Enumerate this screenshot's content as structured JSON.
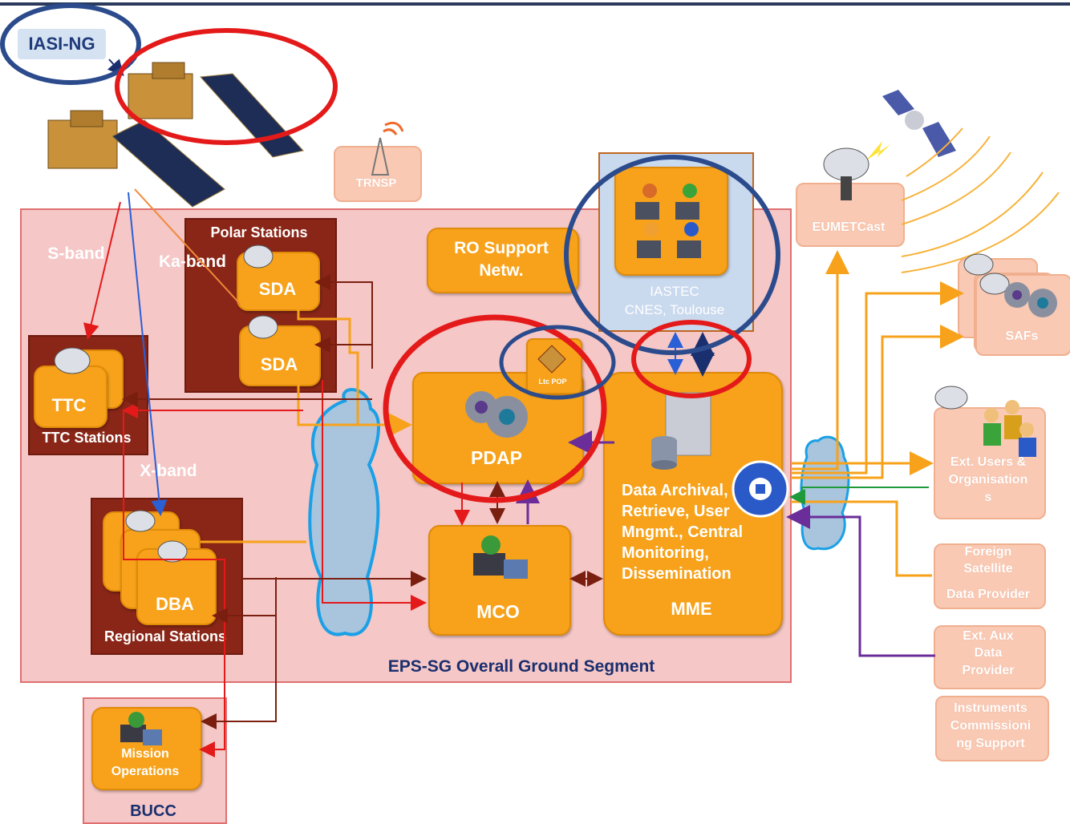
{
  "satellite": {
    "name": "IASI-NG"
  },
  "segment": {
    "title": "EPS-SG Overall Ground Segment"
  },
  "bands": {
    "s_band": "S-band",
    "ka_band": "Ka-band",
    "x_band": "X-band"
  },
  "polar": {
    "title": "Polar Stations",
    "sda1": "SDA",
    "sda2": "SDA"
  },
  "ttc": {
    "box": "TTC",
    "title": "TTC Stations"
  },
  "regional": {
    "box": "DBA",
    "title": "Regional Stations"
  },
  "trnsp": {
    "label": "TRNSP"
  },
  "ro_support": {
    "line1": "RO Support",
    "line2": "Netw."
  },
  "iastec": {
    "line1": "IASTEC",
    "line2": "CNES, Toulouse"
  },
  "ltcpop": {
    "label": "Ltc POP"
  },
  "pdap": {
    "label": "PDAP"
  },
  "mco": {
    "label": "MCO"
  },
  "mme": {
    "desc1": "Data Archival,",
    "desc2": "Retrieve, User",
    "desc3": "Mngmt., Central",
    "desc4": "Monitoring,",
    "desc5": "Dissemination",
    "label": "MME"
  },
  "bucc": {
    "line1": "Mission",
    "line2": "Operations",
    "title": "BUCC"
  },
  "external": {
    "eumetcast": "EUMETCast",
    "safs": "SAFs",
    "ext_users": {
      "line1": "Ext. Users &",
      "line2": "Organisation",
      "line3": "s"
    },
    "foreign": {
      "line1": "Foreign",
      "line2": "Satellite",
      "line3": "Data Provider"
    },
    "aux": {
      "line1": "Ext. Aux",
      "line2": "Data",
      "line3": "Provider"
    },
    "commissioning": {
      "line1": "Instruments",
      "line2": "Commissioni",
      "line3": "ng Support"
    }
  },
  "colors": {
    "orange": "#f7a21a",
    "pink_bg": "#f5c7c7",
    "maroon": "#8a2617",
    "highlight_red": "#e41a1a",
    "highlight_blue": "#2b4b8c",
    "cloud": "#a9c4dd"
  },
  "icons": [
    "satellite-icon",
    "antenna-dish-icon",
    "radio-tower-icon",
    "gear-icon",
    "globe-computer-icon",
    "server-icon",
    "network-hub-icon",
    "users-icon",
    "operators-icon",
    "chip-icon",
    "cloud-icon"
  ]
}
